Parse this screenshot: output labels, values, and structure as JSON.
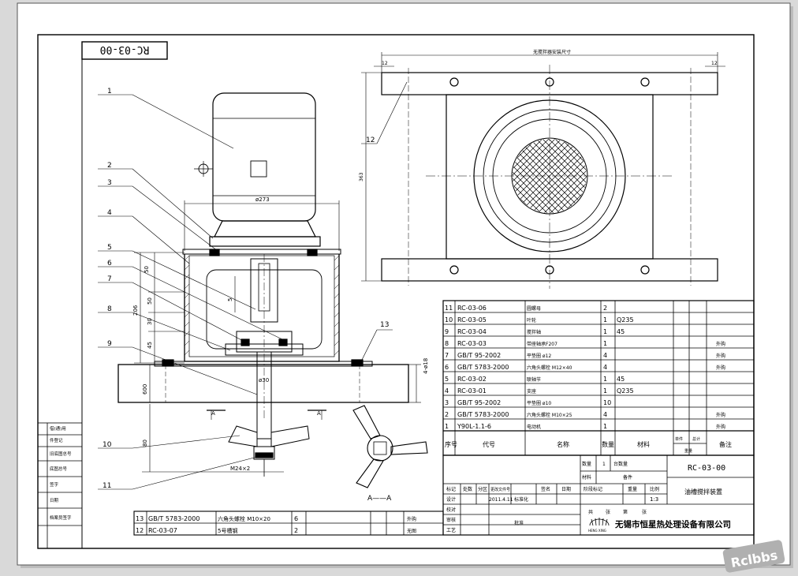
{
  "drawing_code": "RC-03-00",
  "balloons": [
    "1",
    "2",
    "3",
    "4",
    "5",
    "6",
    "7",
    "8",
    "9",
    "10",
    "11",
    "12",
    "13"
  ],
  "dims": {
    "d273": "ø273",
    "d50a": "50",
    "d206": "206",
    "d50b": "50",
    "d30": "30",
    "d45": "45",
    "d5": "5",
    "d600": "600",
    "d80": "80",
    "d4x18": "4-ø18",
    "d30b": "ø30",
    "m24": "M24×2",
    "d363": "363",
    "d12a": "12",
    "d12b": "12",
    "top_note": "无搅拌器安装尺寸",
    "sec_a1": "A",
    "sec_a2": "A"
  },
  "section_label": "A——A",
  "bom_rows": [
    {
      "no": "11",
      "code": "RC-03-06",
      "name": "圆螺母",
      "qty": "2",
      "mat": "",
      "note": ""
    },
    {
      "no": "10",
      "code": "RC-03-05",
      "name": "叶轮",
      "qty": "1",
      "mat": "Q235",
      "note": ""
    },
    {
      "no": "9",
      "code": "RC-03-04",
      "name": "搅拌轴",
      "qty": "1",
      "mat": "45",
      "note": ""
    },
    {
      "no": "8",
      "code": "RC-03-03",
      "name": "带座轴承F207",
      "qty": "1",
      "mat": "",
      "note": "外购"
    },
    {
      "no": "7",
      "code": "GB/T 95-2002",
      "name": "平垫圈 ø12",
      "qty": "4",
      "mat": "",
      "note": "外购"
    },
    {
      "no": "6",
      "code": "GB/T 5783-2000",
      "name": "六角头螺栓 M12×40",
      "qty": "4",
      "mat": "",
      "note": "外购"
    },
    {
      "no": "5",
      "code": "RC-03-02",
      "name": "联轴节",
      "qty": "1",
      "mat": "45",
      "note": ""
    },
    {
      "no": "4",
      "code": "RC-03-01",
      "name": "支座",
      "qty": "1",
      "mat": "Q235",
      "note": ""
    },
    {
      "no": "3",
      "code": "GB/T 95-2002",
      "name": "平垫圈 ø10",
      "qty": "10",
      "mat": "",
      "note": ""
    },
    {
      "no": "2",
      "code": "GB/T 5783-2000",
      "name": "六角头螺栓 M10×25",
      "qty": "4",
      "mat": "",
      "note": "外购"
    },
    {
      "no": "1",
      "code": "Y90L-1.1-6",
      "name": "电动机",
      "qty": "1",
      "mat": "",
      "note": "外购"
    }
  ],
  "bom_header": {
    "no": "序号",
    "code": "代号",
    "name": "名称",
    "qty": "数量",
    "mat": "材料",
    "w1": "单件",
    "w2": "总计",
    "w3": "重量",
    "note": "备注"
  },
  "bom_extra_rows": [
    {
      "no": "13",
      "code": "GB/T 5783-2000",
      "name": "六角头螺栓 M10×20",
      "qty": "6",
      "note": "外购"
    },
    {
      "no": "12",
      "code": "RC-03-07",
      "name": "5号槽钢",
      "qty": "2",
      "note": "无图"
    }
  ],
  "title_block": {
    "qty_label": "数量",
    "qty_value": "1",
    "total_qty_label": "台数量",
    "material_label": "材料",
    "material_value": "备件",
    "drawing_no": "RC-03-00",
    "stage_label": "阶段标记",
    "weight_label": "重量",
    "scale_label": "比例",
    "scale_value": "1:3",
    "sheets_total": "共",
    "sheet_label": "张",
    "sheet_no": "第",
    "sheet_label2": "张",
    "title": "油槽搅拌装置",
    "company": "无锡市恒星热处理设备有限公司",
    "logo_text": "HENG XING",
    "rev_headers": [
      "标记",
      "处数",
      "分区",
      "更改文件号",
      "签名",
      "日期"
    ],
    "roles": [
      "设计",
      "校对",
      "审核",
      "工艺"
    ],
    "std_label": "标准化",
    "approve_label": "批准",
    "date": "2011.4.11"
  },
  "left_strip": [
    "借(通)用",
    "件登记",
    "旧底图总号",
    "底图总号",
    "签字",
    "日期",
    "档案员签字"
  ],
  "watermark": "Rclbbs"
}
